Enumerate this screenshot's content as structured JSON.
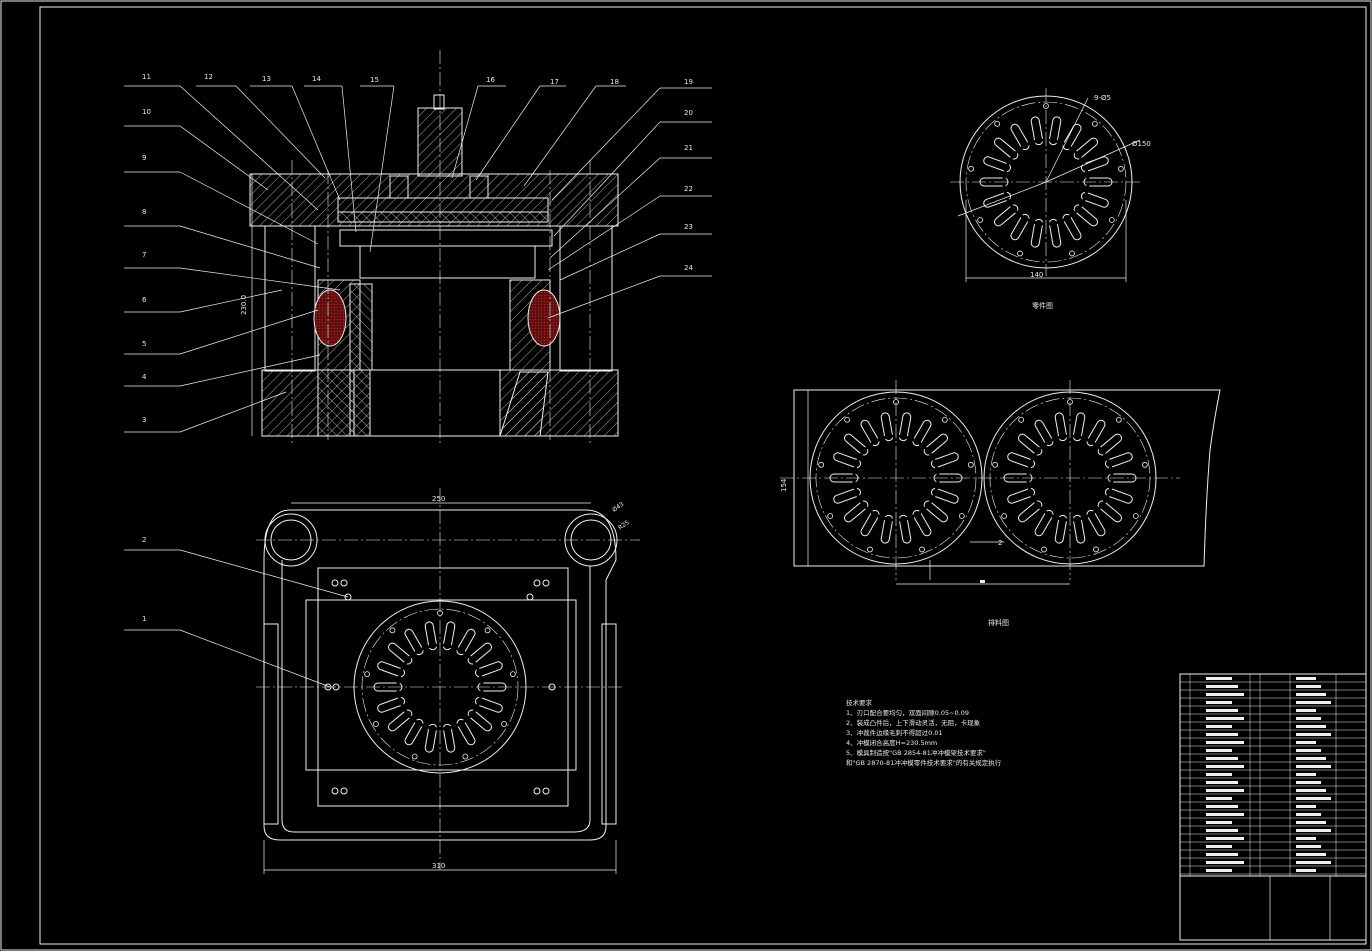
{
  "part_numbers_left": [
    "11",
    "10",
    "9",
    "8",
    "7",
    "6",
    "5",
    "4",
    "3"
  ],
  "part_numbers_top": [
    "12",
    "13",
    "14",
    "15",
    "16",
    "17",
    "18",
    "19"
  ],
  "part_numbers_right": [
    "20",
    "21",
    "22",
    "23",
    "24"
  ],
  "part_numbers_plan": [
    "2",
    "1"
  ],
  "dims": {
    "closed_height": "230.0",
    "plan_width": "250",
    "plan_overall": "310",
    "part_od": "Ø150",
    "part_width": "140",
    "holes": "9-Ø5",
    "strip_width": "154",
    "strip_gap": "2",
    "hole_dia": "Ø43",
    "hole_r": "R25"
  },
  "captions": {
    "part_drawing": "零件图",
    "strip_layout": "排料图"
  },
  "tech_requirements": {
    "title": "技术要求",
    "items": [
      "1、刃口配合要均匀，双面间隙0.05~0.09",
      "2、装成凸件后，上下滑动灵活，无阻，卡现象",
      "3、冲裁件边缘毛刺不得超过0.01",
      "4、冲模闭合高度H=230.5mm",
      "5、模具制造按\"GB 2854-81冲冲模架技术要求\"",
      "    和\"GB 2870-81冲冲模零件技术要求\"的有关规定执行"
    ]
  }
}
